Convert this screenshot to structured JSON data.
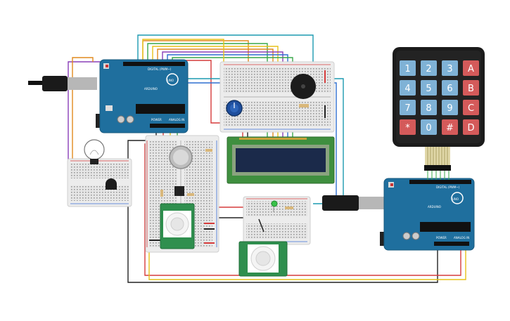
{
  "colors": {
    "board_blue": "#1f6f9e",
    "board_blue_dark": "#17587e",
    "breadboard": "#e9e9e9",
    "rail_red": "#d63b3b",
    "rail_blue": "#3b6fd6",
    "lcd_green": "#3f8f3f",
    "lcd_screen": "#1b2a4a",
    "pir_green": "#2f8f4e",
    "keypad_bg": "#1b1b1b",
    "key_blue": "#7fb2d6",
    "key_red": "#d45a5a"
  },
  "arduino_left": {
    "logo": "UNO",
    "brand": "ARDUINO",
    "digital_label": "DIGITAL (PWM~)",
    "power_label": "POWER",
    "analog_label": "ANALOG IN"
  },
  "arduino_right": {
    "logo": "UNO",
    "brand": "ARDUINO",
    "digital_label": "DIGITAL (PWM~)",
    "power_label": "POWER",
    "analog_label": "ANALOG IN"
  },
  "keypad": {
    "rows": [
      [
        {
          "label": "1",
          "kind": "num"
        },
        {
          "label": "2",
          "kind": "num"
        },
        {
          "label": "3",
          "kind": "num"
        },
        {
          "label": "A",
          "kind": "fn"
        }
      ],
      [
        {
          "label": "4",
          "kind": "num"
        },
        {
          "label": "5",
          "kind": "num"
        },
        {
          "label": "6",
          "kind": "num"
        },
        {
          "label": "B",
          "kind": "fn"
        }
      ],
      [
        {
          "label": "7",
          "kind": "num"
        },
        {
          "label": "8",
          "kind": "num"
        },
        {
          "label": "9",
          "kind": "num"
        },
        {
          "label": "C",
          "kind": "fn"
        }
      ],
      [
        {
          "label": "*",
          "kind": "fn"
        },
        {
          "label": "0",
          "kind": "num"
        },
        {
          "label": "#",
          "kind": "fn"
        },
        {
          "label": "D",
          "kind": "fn"
        }
      ]
    ]
  },
  "components": {
    "lcd": "16x2 LCD",
    "buzzer": "piezo buzzer",
    "potentiometer": "potentiometer",
    "gas_sensor": "gas sensor",
    "pir_left": "PIR sensor",
    "pir_bottom": "PIR sensor",
    "led": "green LED",
    "lamp": "light bulb",
    "relay": "relay"
  }
}
